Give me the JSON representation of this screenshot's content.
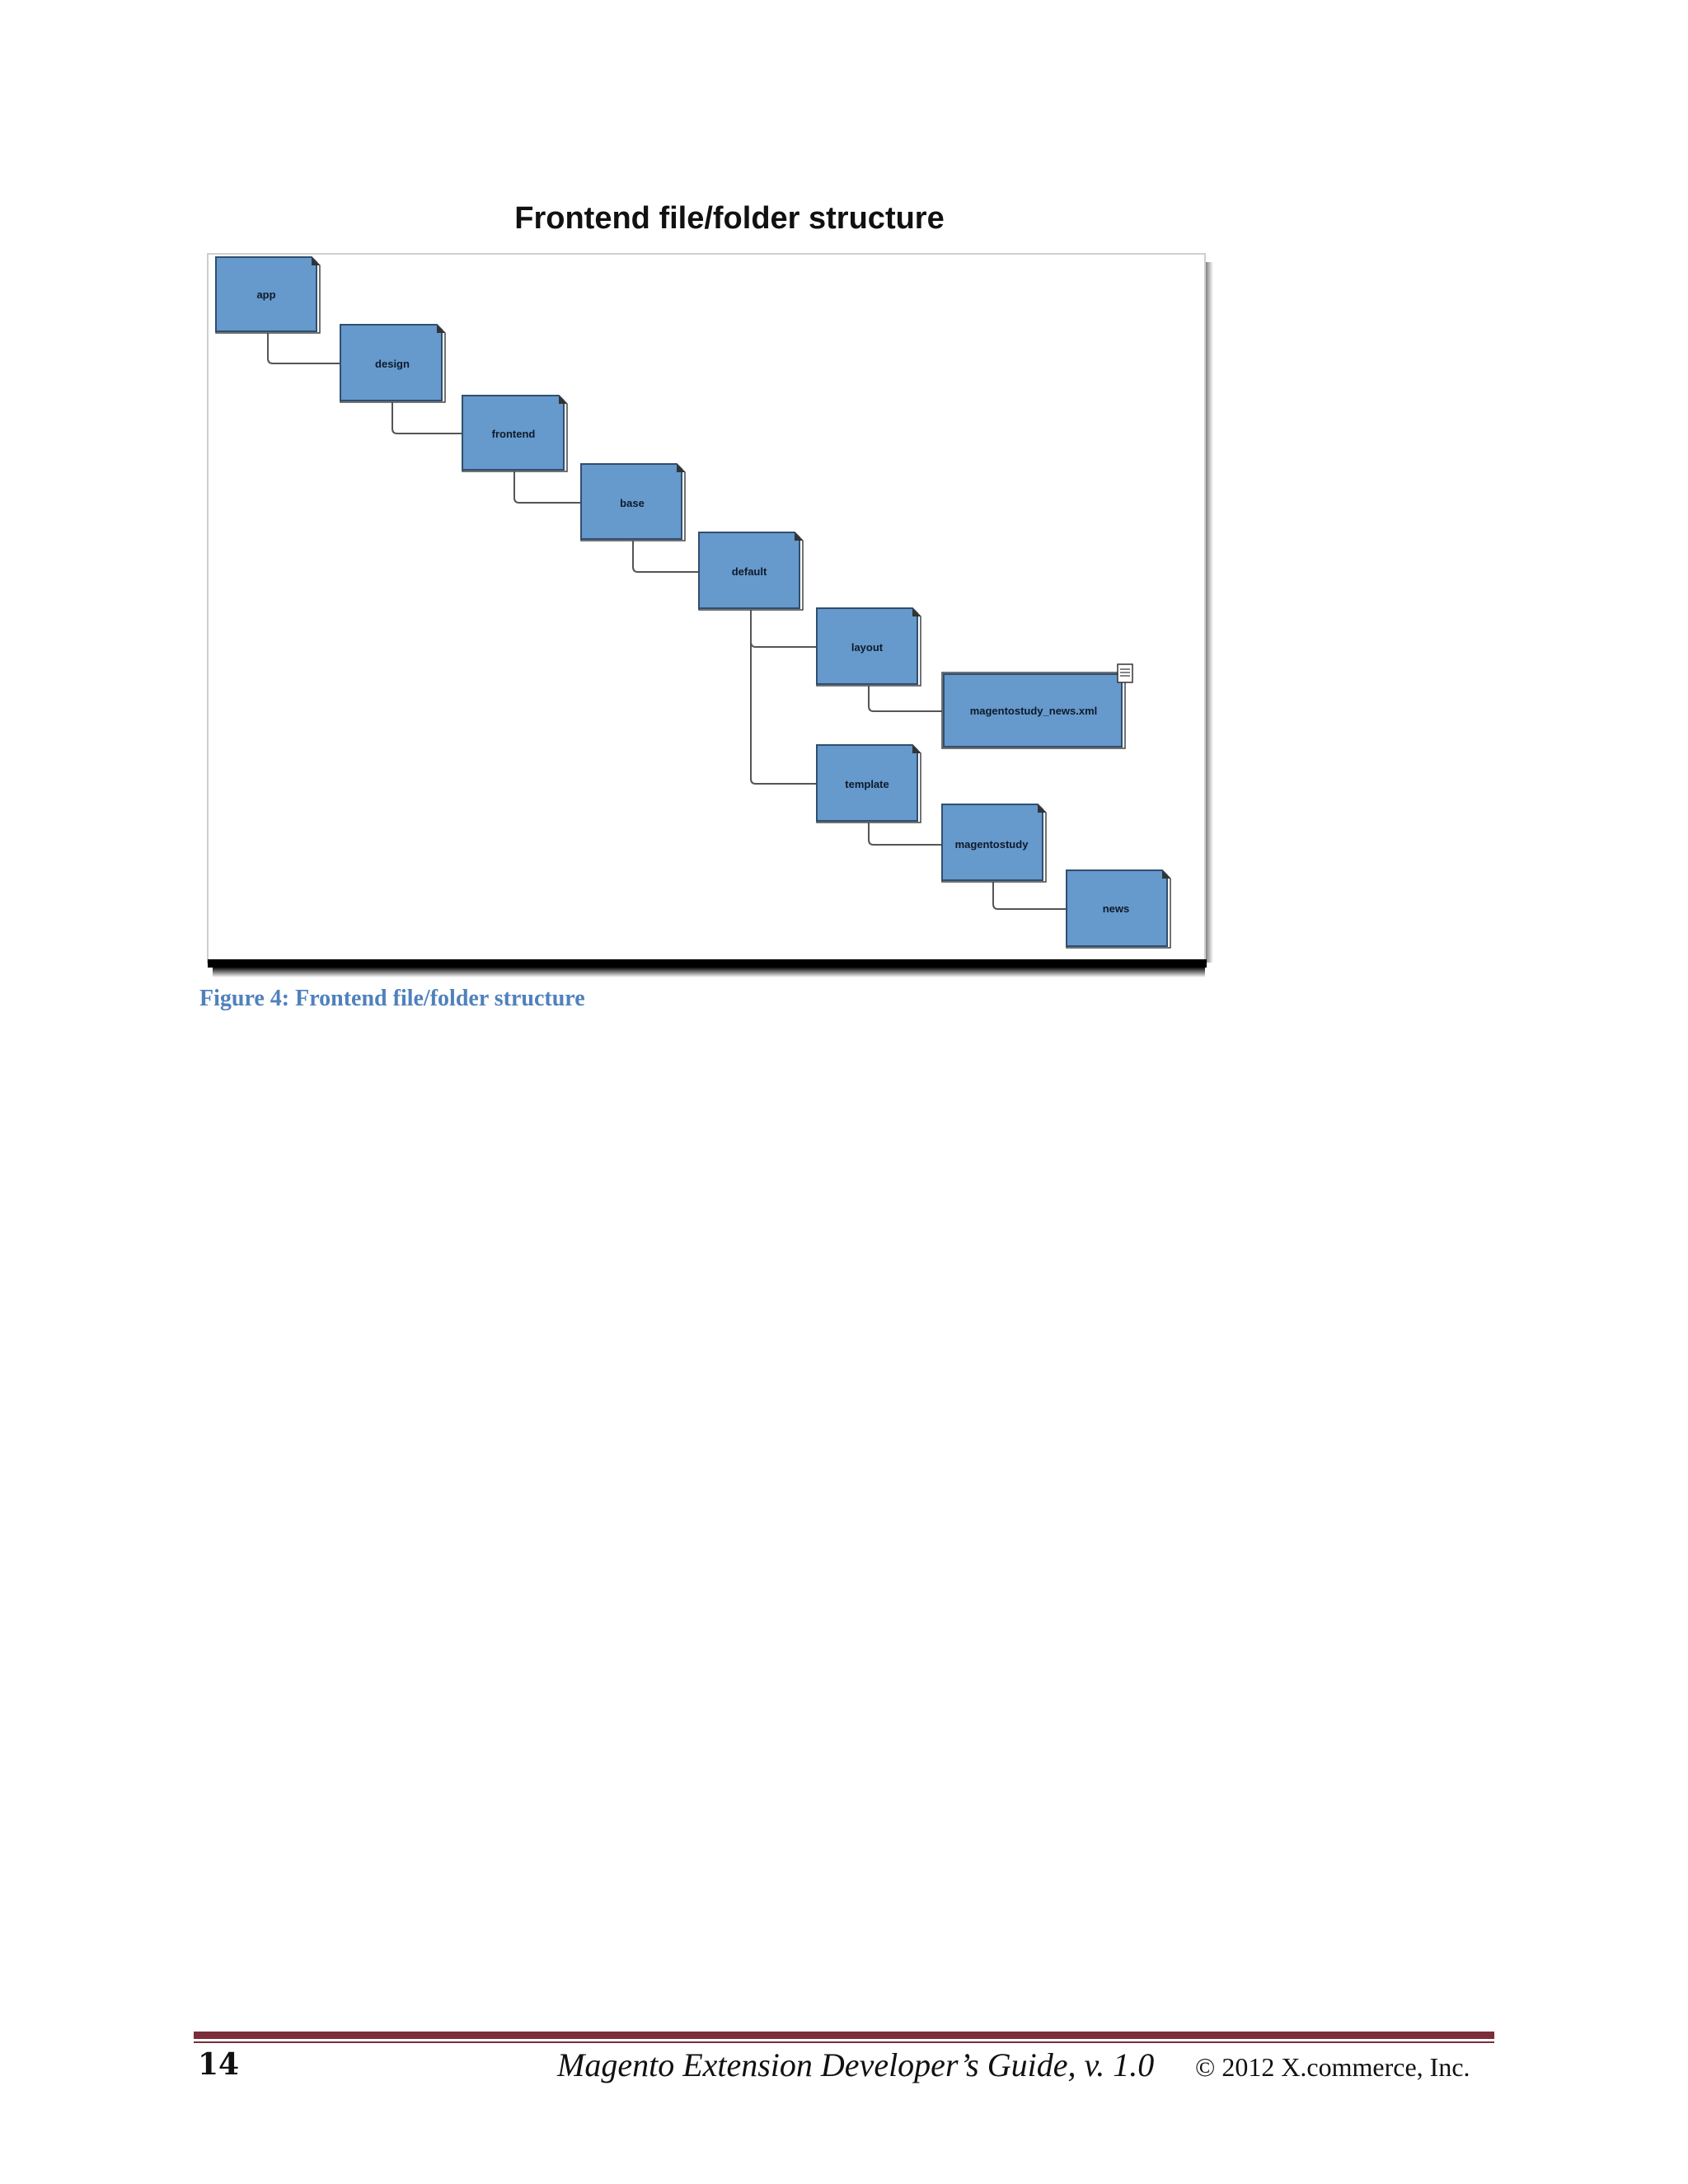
{
  "figure": {
    "title": "Frontend file/folder structure",
    "caption": "Figure 4: Frontend file/folder structure",
    "folders": {
      "app": "app",
      "design": "design",
      "frontend": "frontend",
      "base": "base",
      "default": "default",
      "layout": "layout",
      "xml": "magentostudy_news.xml",
      "template": "template",
      "magentostudy": "magentostudy",
      "news": "news"
    },
    "colors": {
      "folder_fill": "#6699cc",
      "folder_border": "#2f4f6f",
      "connector": "#555555"
    }
  },
  "footer": {
    "page_number": "14",
    "title": "Magento Extension Developer’s Guide, v. 1.0",
    "copyright": "© 2012 X.commerce, Inc."
  }
}
